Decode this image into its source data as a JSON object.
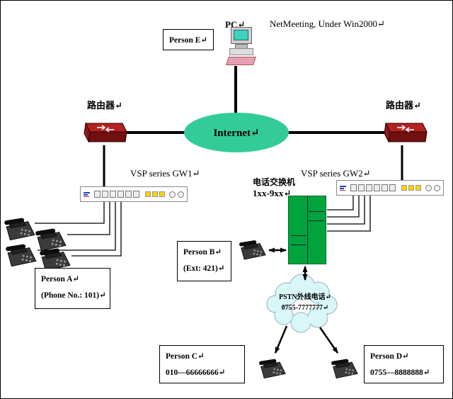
{
  "header": {
    "pc_label": "PC↵",
    "netmeeting_label": "NetMeeting, Under Win2000↵"
  },
  "person_e": {
    "name": "Person E↵"
  },
  "internet": {
    "label": "Internet↵"
  },
  "routers": {
    "left_label": "路由器↵",
    "right_label": "路由器↵"
  },
  "gateways": {
    "gw1_label": "VSP series GW1↵",
    "gw2_label": "VSP series GW2↵"
  },
  "pbx": {
    "title": "电话交换机",
    "range": "1xx-9xx↵"
  },
  "person_a": {
    "line1": "Person A↵",
    "line2": "(Phone No.: 101)↵"
  },
  "person_b": {
    "line1": "Person B↵",
    "line2": "(Ext: 421)↵"
  },
  "pstn_cloud": {
    "line1": "PSTN外线电话↵",
    "line2": "0755-7777777↵"
  },
  "person_c": {
    "line1": "Person C↵",
    "line2": "010—66666666↵"
  },
  "person_d": {
    "line1": "Person D↵",
    "line2": "0755—8888888↵"
  },
  "colors": {
    "internet_fill": "#33CC99",
    "pbx_fill": "#00A33C",
    "cloud_fill": "#D9F6F8",
    "cloud_stroke": "#8FB5BD",
    "router_top": "#B22222",
    "router_front": "#701010",
    "router_side": "#8A1A1A"
  }
}
